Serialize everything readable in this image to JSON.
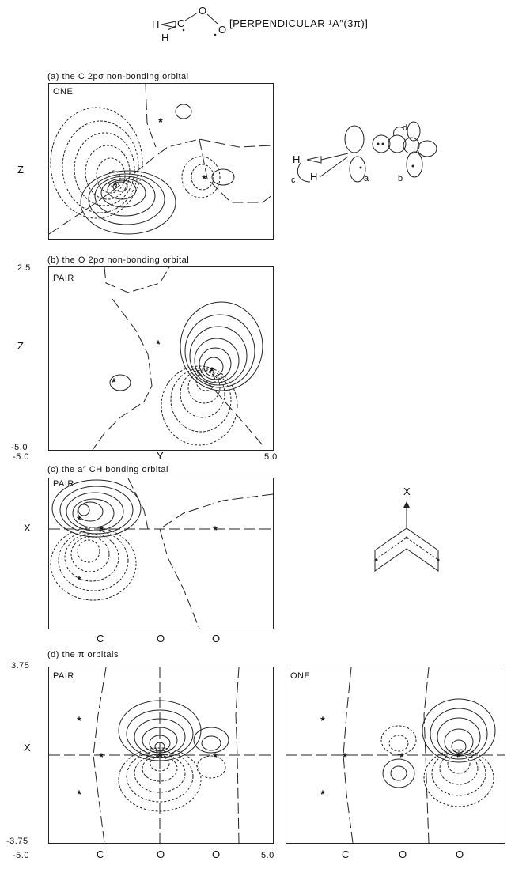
{
  "header": {
    "mol_h1": "H",
    "mol_c": "C",
    "mol_h2": "H",
    "mol_o1": "O",
    "mol_o2": "O",
    "state_label": "[PERPENDICULAR ¹A″(3π)]"
  },
  "panels": {
    "a": {
      "caption": "(a) the C 2pσ non-bonding orbital",
      "occupancy": "ONE",
      "z_label": "Z"
    },
    "b": {
      "caption": "(b) the O 2pσ non-bonding orbital",
      "occupancy": "PAIR",
      "z_label": "Z",
      "y_top": "2.5",
      "y_bottom": "-5.0",
      "x_left": "-5.0",
      "x_mid": "Y",
      "x_right": "5.0"
    },
    "c": {
      "caption": "(c) the a″ CH bonding orbital",
      "occupancy": "PAIR",
      "x_label": "X",
      "ticks": [
        "C",
        "O",
        "O"
      ]
    },
    "d_left": {
      "caption": "(d) the π orbitals",
      "occupancy": "PAIR",
      "x_label": "X",
      "y_top": "3.75",
      "y_bottom": "-3.75",
      "x_left": "-5.0",
      "x_right": "5.0",
      "ticks": [
        "C",
        "O",
        "O"
      ]
    },
    "d_right": {
      "occupancy": "ONE",
      "ticks": [
        "C",
        "O",
        "O"
      ]
    }
  },
  "inset_a": {
    "h1": "H",
    "h2": "H",
    "c": "c",
    "a": "a",
    "b": "b",
    "d": "d"
  },
  "inset_c": {
    "axis": "X"
  }
}
